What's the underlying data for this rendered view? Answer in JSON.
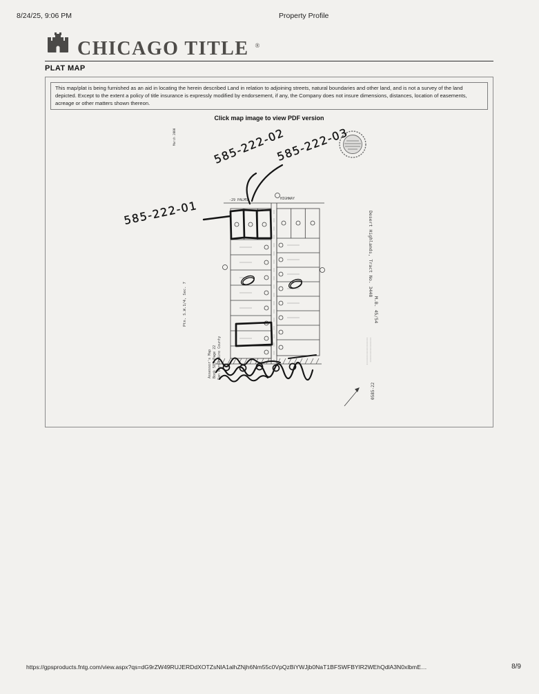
{
  "colors": {
    "brand_gray": "#4e4c49",
    "paper": "#f2f1ee",
    "ink": "#1b1b1b"
  },
  "print_header": {
    "datetime": "8/24/25, 9:06 PM",
    "page_title": "Property Profile"
  },
  "brand": {
    "name": "CHICAGO TITLE",
    "registered": "®",
    "logo_icon": "castle-icon"
  },
  "plat": {
    "section_title": "PLAT MAP",
    "disclaimer": "This map/plat is being furnished as an aid in locating the herein described Land in relation to adjoining streets, natural boundaries and other land, and is not a survey of the land depicted. Except to the extent a policy of title insurance is expressly modified by endorsement, if any, the Company does not insure dimensions, distances, location of easements, acreage or other matters shown thereon.",
    "caption": "Click map image to view PDF version"
  },
  "map": {
    "annotations": {
      "apn1": "585-222-01",
      "apn2": "585-222-02",
      "apn3": "585-222-03"
    },
    "labels": {
      "street_left": "-29 PALMS",
      "street_right": "HIGHWAY",
      "tract_line1": "Desert Highlands, Tract No. 3448",
      "tract_line2": "M.B. 45/54",
      "section": "Ptn. S.W.1/4, Sec. 7",
      "assessor_line1": "Assessor's Map",
      "assessor_line2": "Book 585 Page 22",
      "assessor_line3": "San Bernardino County",
      "map_number": "0585-22",
      "date_note": "March 2000"
    }
  },
  "print_footer": {
    "url": "https://gpsproducts.fntg.com/view.aspx?qs=dG9rZW49RUJERDdXOTZsNlA1alhZNjh6Nm55c0VpQzBiYWJjb0NaT1BFSWFBYlR2WEhQdlA3N0xlbmE…",
    "page_number": "8/9"
  }
}
